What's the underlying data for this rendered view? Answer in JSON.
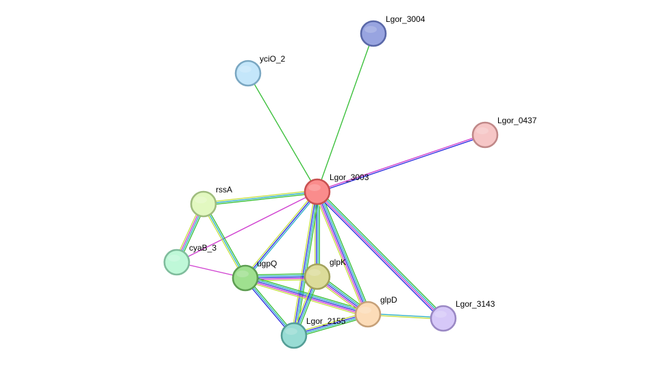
{
  "nodes": [
    {
      "id": "Lgor_3004",
      "label": "Lgor_3004",
      "fill": "#98a4e0",
      "stroke": "#5a68a8"
    },
    {
      "id": "yciO_2",
      "label": "yciO_2",
      "fill": "#c4e6fa",
      "stroke": "#7aa7c2"
    },
    {
      "id": "Lgor_0437",
      "label": "Lgor_0437",
      "fill": "#f6c6c6",
      "stroke": "#c08888"
    },
    {
      "id": "Lgor_3003",
      "label": "Lgor_3003",
      "fill": "#fa8c8c",
      "stroke": "#c85050"
    },
    {
      "id": "rssA",
      "label": "rssA",
      "fill": "#e2f8c0",
      "stroke": "#9fbc7e"
    },
    {
      "id": "cyaB_3",
      "label": "cyaB_3",
      "fill": "#bff8d8",
      "stroke": "#7fbc9c"
    },
    {
      "id": "ugpQ",
      "label": "ugpQ",
      "fill": "#9fe08f",
      "stroke": "#5e9e52"
    },
    {
      "id": "glpK",
      "label": "glpK",
      "fill": "#dcdc9a",
      "stroke": "#a2a25c"
    },
    {
      "id": "glpD",
      "label": "glpD",
      "fill": "#fcdcb8",
      "stroke": "#c6a078"
    },
    {
      "id": "Lgor_3143",
      "label": "Lgor_3143",
      "fill": "#d6c8f8",
      "stroke": "#9a88c4"
    },
    {
      "id": "Lgor_2155",
      "label": "Lgor_2155",
      "fill": "#98dcd4",
      "stroke": "#549e96"
    }
  ],
  "edges": [
    {
      "source": "Lgor_3003",
      "target": "Lgor_3004",
      "colors": [
        "#3cc03c"
      ]
    },
    {
      "source": "Lgor_3003",
      "target": "yciO_2",
      "colors": [
        "#3cc03c"
      ]
    },
    {
      "source": "Lgor_3003",
      "target": "Lgor_0437",
      "colors": [
        "#d040d0",
        "#3030e0"
      ]
    },
    {
      "source": "Lgor_3003",
      "target": "rssA",
      "colors": [
        "#3cc03c",
        "#30b0c8",
        "#c8e048"
      ]
    },
    {
      "source": "Lgor_3003",
      "target": "cyaB_3",
      "colors": [
        "#d040d0"
      ]
    },
    {
      "source": "Lgor_3003",
      "target": "ugpQ",
      "colors": [
        "#30b0c8",
        "#3030e0",
        "#c8e048"
      ]
    },
    {
      "source": "Lgor_3003",
      "target": "glpK",
      "colors": [
        "#3cc03c",
        "#30b0c8",
        "#3030e0",
        "#c8e048"
      ]
    },
    {
      "source": "Lgor_3003",
      "target": "glpD",
      "colors": [
        "#3cc03c",
        "#30b0c8",
        "#3030e0",
        "#d040d0",
        "#c8e048"
      ]
    },
    {
      "source": "Lgor_3003",
      "target": "Lgor_3143",
      "colors": [
        "#3cc03c",
        "#30b0c8",
        "#d040d0",
        "#3030e0"
      ]
    },
    {
      "source": "Lgor_3003",
      "target": "Lgor_2155",
      "colors": [
        "#3cc03c",
        "#30b0c8",
        "#3030e0",
        "#c8e048"
      ]
    },
    {
      "source": "rssA",
      "target": "cyaB_3",
      "colors": [
        "#3cc03c",
        "#30b0c8",
        "#d040d0",
        "#c8e048"
      ]
    },
    {
      "source": "rssA",
      "target": "ugpQ",
      "colors": [
        "#3cc03c",
        "#30b0c8",
        "#c8e048"
      ]
    },
    {
      "source": "cyaB_3",
      "target": "ugpQ",
      "colors": [
        "#d040d0"
      ]
    },
    {
      "source": "ugpQ",
      "target": "glpK",
      "colors": [
        "#3cc03c",
        "#30b0c8",
        "#3030e0",
        "#d040d0",
        "#c8e048"
      ]
    },
    {
      "source": "ugpQ",
      "target": "glpD",
      "colors": [
        "#3cc03c",
        "#30b0c8",
        "#3030e0",
        "#d040d0",
        "#c8e048"
      ]
    },
    {
      "source": "ugpQ",
      "target": "Lgor_2155",
      "colors": [
        "#3cc03c",
        "#30b0c8",
        "#3030e0"
      ]
    },
    {
      "source": "glpK",
      "target": "glpD",
      "colors": [
        "#3cc03c",
        "#30b0c8",
        "#3030e0",
        "#d040d0",
        "#c8e048"
      ]
    },
    {
      "source": "glpK",
      "target": "Lgor_2155",
      "colors": [
        "#3cc03c",
        "#30b0c8",
        "#3030e0",
        "#c8e048"
      ]
    },
    {
      "source": "glpD",
      "target": "Lgor_2155",
      "colors": [
        "#3cc03c",
        "#30b0c8",
        "#3030e0",
        "#c8e048"
      ]
    },
    {
      "source": "glpD",
      "target": "Lgor_3143",
      "colors": [
        "#30b0c8",
        "#c8e048"
      ]
    }
  ]
}
